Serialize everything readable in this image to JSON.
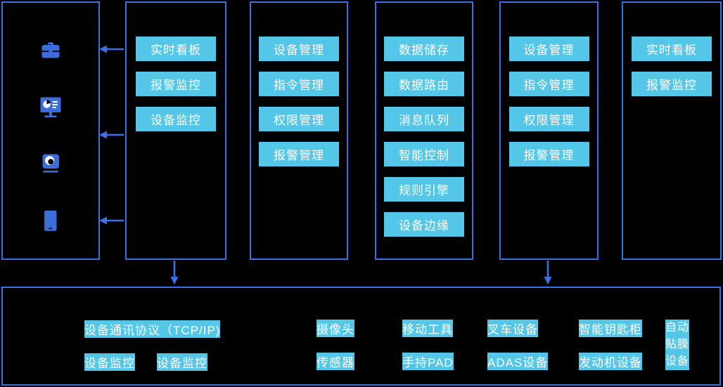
{
  "palette": {
    "accent_blue": "#3c70e8",
    "icon_blue": "#3b6edc",
    "button_cyan": "#54c6e8",
    "text_white": "#ffffff",
    "background": "#000000"
  },
  "device_icon_panel": {
    "icons": [
      "briefcase-icon",
      "monitor-dashboard-icon",
      "camera-icon",
      "smartphone-icon"
    ]
  },
  "feature_columns": [
    {
      "name": "monitoring-left",
      "items": [
        "实时看板",
        "报警监控",
        "设备监控"
      ]
    },
    {
      "name": "management-left",
      "items": [
        "设备管理",
        "指令管理",
        "权限管理",
        "报警管理"
      ]
    },
    {
      "name": "data-core",
      "items": [
        "数据储存",
        "数据路由",
        "消息队列",
        "智能控制",
        "规则引擎",
        "设备边缘"
      ]
    },
    {
      "name": "management-right",
      "items": [
        "设备管理",
        "指令管理",
        "权限管理",
        "报警管理"
      ]
    },
    {
      "name": "monitoring-right",
      "items": [
        "实时看板",
        "报警监控"
      ]
    }
  ],
  "bottom_panel": {
    "protocol_label": "设备通讯协议（TCP/IP)",
    "monitor_labels": [
      "设备监控",
      "设备监控"
    ],
    "device_rows": [
      [
        "摄像头",
        "移动工具",
        "叉车设备",
        "智能钥匙柜"
      ],
      [
        "传感器",
        "手持PAD",
        "ADAS设备",
        "发动机设备"
      ]
    ],
    "tall_device_lines": [
      "自动",
      "贴膜",
      "设备"
    ]
  },
  "connectors": [
    "left-arrow",
    "left-arrow",
    "left-arrow",
    "down-arrow",
    "down-arrow"
  ]
}
